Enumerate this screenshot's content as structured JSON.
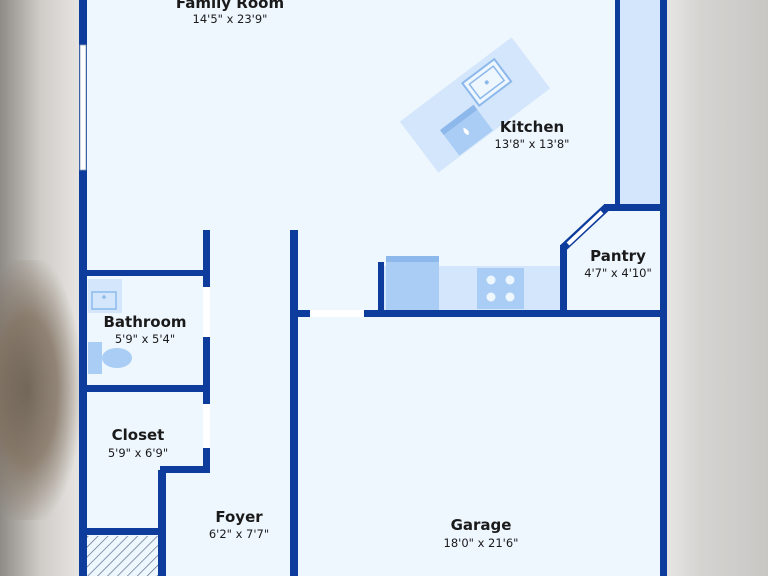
{
  "colors": {
    "wall": "#0d3c9c",
    "floor": "#eef6fe",
    "fixture": "#a9cdf4",
    "fixture_light": "#d4e6fb",
    "fixture_line": "#8cb8ec",
    "hatch": "#5a6f8a"
  },
  "icons": [
    "toilet-icon",
    "bathroom-sink-icon",
    "kitchen-sink-icon",
    "dishwasher-icon",
    "stove-icon",
    "refrigerator-icon"
  ],
  "rooms": {
    "family_room": {
      "name": "Family Room",
      "dims": "14'5\" x 23'9\""
    },
    "kitchen": {
      "name": "Kitchen",
      "dims": "13'8\" x 13'8\""
    },
    "pantry": {
      "name": "Pantry",
      "dims": "4'7\" x 4'10\""
    },
    "bathroom": {
      "name": "Bathroom",
      "dims": "5'9\" x 5'4\""
    },
    "closet": {
      "name": "Closet",
      "dims": "5'9\" x 6'9\""
    },
    "foyer": {
      "name": "Foyer",
      "dims": "6'2\" x 7'7\""
    },
    "garage": {
      "name": "Garage",
      "dims": "18'0\" x 21'6\""
    }
  }
}
